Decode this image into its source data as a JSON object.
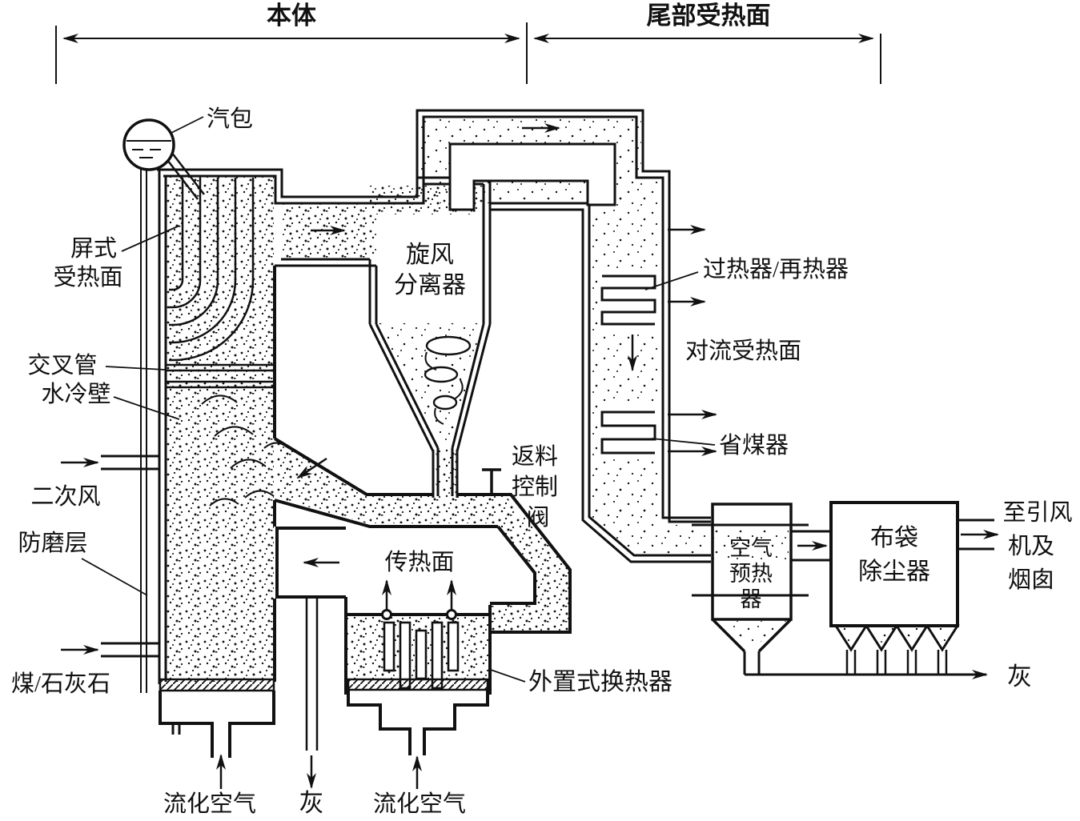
{
  "diagram": {
    "headers": {
      "left_section": "本体",
      "right_section": "尾部受热面"
    },
    "labels": {
      "steam_drum": "汽包",
      "platen_line1": "屏式",
      "platen_line2": "受热面",
      "cross_tube": "交叉管",
      "water_wall": "水冷壁",
      "secondary_air": "二次风",
      "wear_layer": "防磨层",
      "coal_limestone": "煤/石灰石",
      "fluidizing_air_left": "流化空气",
      "ash_center": "灰",
      "fluidizing_air_right": "流化空气",
      "cyclone_line1": "旋风",
      "cyclone_line2": "分离器",
      "return_valve_line1": "返料",
      "return_valve_line2": "控制",
      "return_valve_line3": "阀",
      "heat_transfer_surface": "传热面",
      "external_heat_exchanger": "外置式换热器",
      "superheater_reheater": "过热器/再热器",
      "convection_surface": "对流受热面",
      "economizer": "省煤器",
      "air_preheater_line1": "空气",
      "air_preheater_line2": "预热",
      "air_preheater_line3": "器",
      "baghouse_line1": "布袋",
      "baghouse_line2": "除尘器",
      "to_fan_line1": "至引风",
      "to_fan_line2": "机及",
      "to_fan_line3": "烟囱",
      "ash_right": "灰"
    }
  }
}
